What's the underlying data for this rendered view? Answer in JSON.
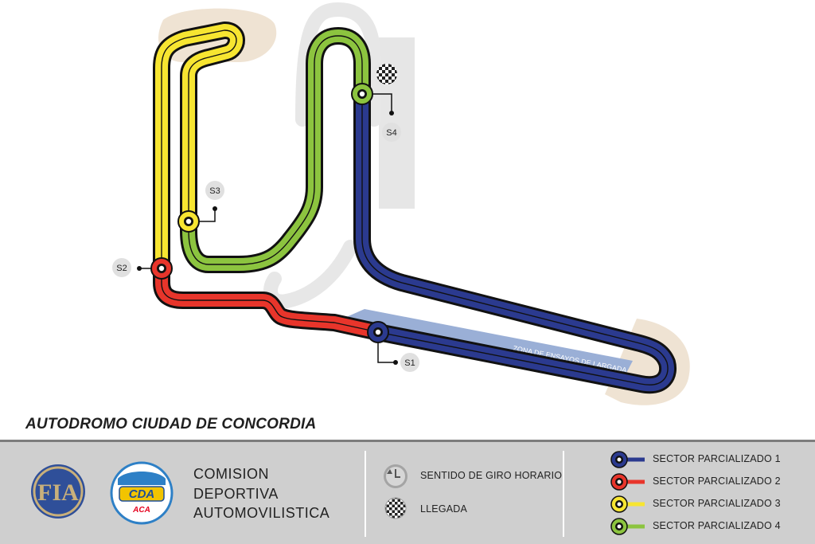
{
  "title": "AUTODROMO CIUDAD DE CONCORDIA",
  "organization": {
    "line1": "COMISION",
    "line2": "DEPORTIVA",
    "line3": "AUTOMOVILISTICA"
  },
  "logos": {
    "fia": "FIA",
    "cda": "CDA",
    "aca": "ACA"
  },
  "info": {
    "direction_label": "SENTIDO DE GIRO HORARIO",
    "finish_label": "LLEGADA",
    "direction_icon": "clockwise-arrow-icon",
    "finish_icon": "checkered-flag-icon"
  },
  "map": {
    "zone_label": "ZONA DE ENSAYOS DE LARGADA",
    "sectors": [
      {
        "id": "S1",
        "label": "SECTOR PARCIALIZADO 1",
        "color": "#2b3a8f"
      },
      {
        "id": "S2",
        "label": "SECTOR PARCIALIZADO 2",
        "color": "#e8352b"
      },
      {
        "id": "S3",
        "label": "SECTOR PARCIALIZADO 3",
        "color": "#f7e531"
      },
      {
        "id": "S4",
        "label": "SECTOR PARCIALIZADO 4",
        "color": "#8cc43f"
      }
    ]
  }
}
